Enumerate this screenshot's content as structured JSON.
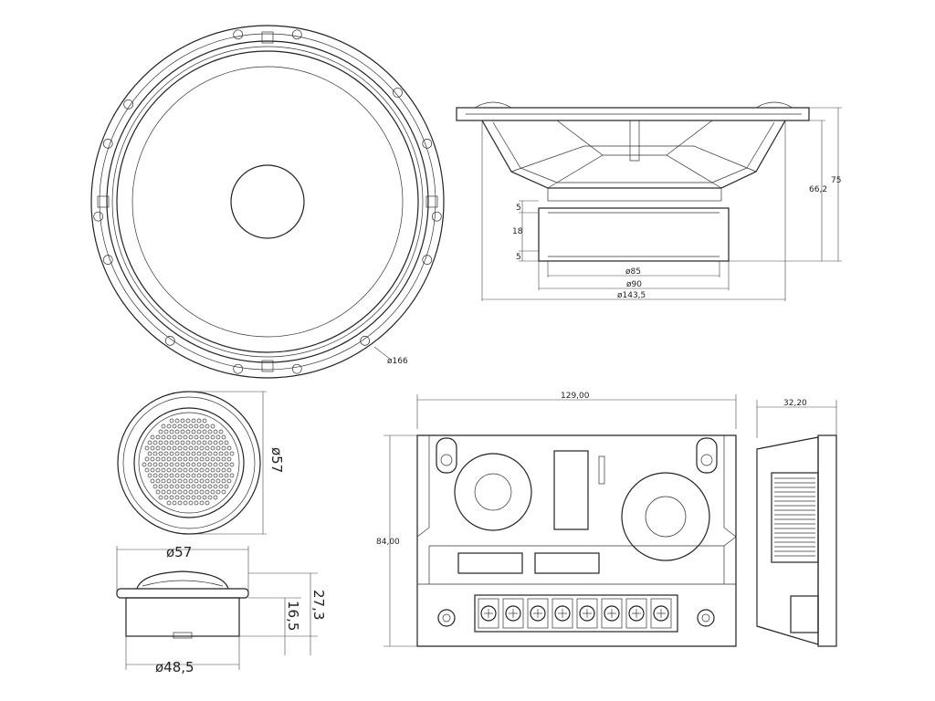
{
  "woofer": {
    "front": {
      "outer_diameter": "ø166"
    },
    "side": {
      "total_depth": "75",
      "mount_depth": "66,2",
      "magnet_top_gap": "5",
      "magnet_height": "18",
      "magnet_bottom_gap": "5",
      "magnet_inner_diameter": "ø85",
      "magnet_outer_diameter": "ø90",
      "cutout_diameter": "ø143,5"
    }
  },
  "tweeter": {
    "front": {
      "diameter": "ø57"
    },
    "side": {
      "flange_diameter": "ø57",
      "body_diameter": "ø48,5",
      "mount_depth": "16,5",
      "total_depth": "27,3"
    }
  },
  "crossover": {
    "top": {
      "width": "129,00",
      "height": "84,00"
    },
    "side": {
      "depth": "32,20"
    }
  }
}
